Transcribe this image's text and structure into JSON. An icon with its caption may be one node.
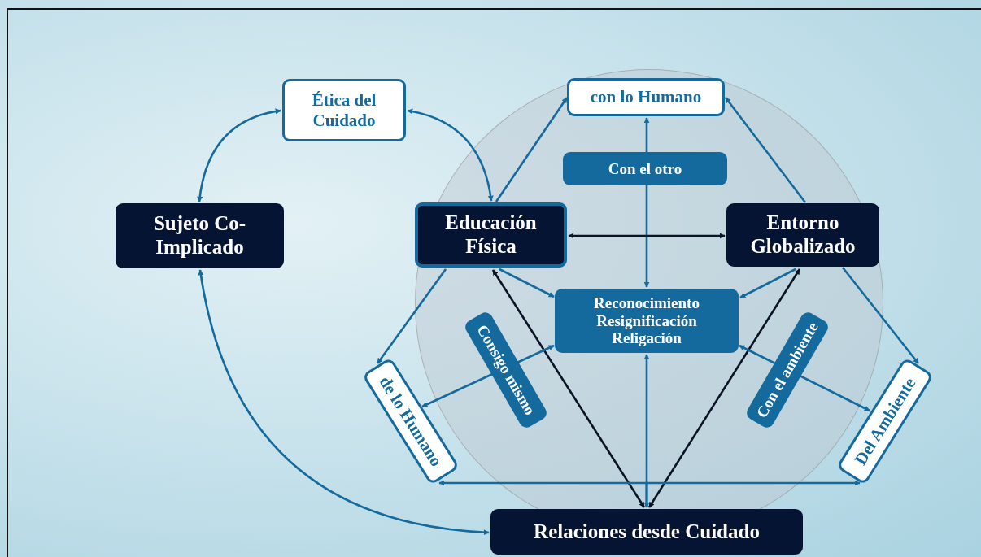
{
  "diagram": {
    "nodes": [
      {
        "text": [
          "Ética del Cuidado"
        ]
      },
      {
        "text": [
          "con lo Humano"
        ]
      },
      {
        "text": [
          "Sujeto Co-Implicado"
        ]
      },
      {
        "text": [
          "Educación Física"
        ]
      },
      {
        "text": [
          "Entorno Globalizado"
        ]
      },
      {
        "text": [
          "Reconocimiento Resignificación Religación"
        ]
      },
      {
        "text": [
          "de lo Humano"
        ]
      },
      {
        "text": [
          "Del Ambiente"
        ]
      },
      {
        "text": [
          "Relaciones desde Cuidado"
        ]
      }
    ],
    "edges": [
      {
        "from": 2,
        "to": 0,
        "arrow": "both"
      },
      {
        "from": 0,
        "to": 3,
        "arrow": "both"
      },
      {
        "from": 3,
        "to": 1,
        "arrow": "to"
      },
      {
        "from": 4,
        "to": 1,
        "arrow": "to"
      },
      {
        "from": 1,
        "to": 5,
        "arrow": "both",
        "label": "Con el otro"
      },
      {
        "from": 3,
        "to": 4,
        "arrow": "both",
        "color": "#0b1426"
      },
      {
        "from": 3,
        "to": 5,
        "arrow": "to"
      },
      {
        "from": 4,
        "to": 5,
        "arrow": "to"
      },
      {
        "from": 3,
        "to": 6,
        "arrow": "to"
      },
      {
        "from": 4,
        "to": 7,
        "arrow": "to"
      },
      {
        "from": 8,
        "to": 3,
        "arrow": "both",
        "color": "#0b1426"
      },
      {
        "from": 8,
        "to": 4,
        "arrow": "both",
        "color": "#0b1426"
      },
      {
        "from": 5,
        "to": 8,
        "arrow": "both"
      },
      {
        "from": 8,
        "to": 6,
        "arrow": "to"
      },
      {
        "from": 8,
        "to": 7,
        "arrow": "to"
      },
      {
        "from": 2,
        "to": 8,
        "arrow": "both"
      },
      {
        "from": 6,
        "to": 5,
        "arrow": "both",
        "label": "Consigo mismo"
      },
      {
        "from": 5,
        "to": 7,
        "arrow": "both",
        "label": "Con el ambiente"
      }
    ]
  }
}
